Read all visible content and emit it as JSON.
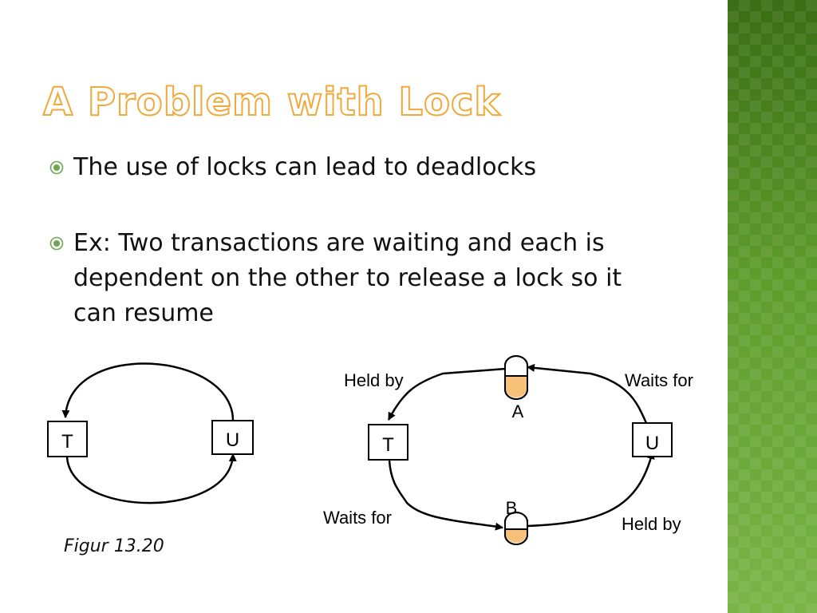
{
  "slide": {
    "title": "A Problem with Lock",
    "bullets": [
      "The use of locks can lead to deadlocks",
      "Ex: Two transactions are waiting and each is dependent on the other to release a lock so it can resume"
    ],
    "bullet_icon": "circled-dot-icon",
    "accent_color": "#f0a93c",
    "bullet_color": "#6aa84f",
    "sidebar_color": "#4f8f24"
  },
  "diagram_left": {
    "nodes": {
      "t": "T",
      "u": "U"
    },
    "caption": "Figur 13.20"
  },
  "diagram_right": {
    "nodes": {
      "t": "T",
      "u": "U"
    },
    "locks": {
      "a": "A",
      "b": "B"
    },
    "labels": {
      "held_by_top": "Held by",
      "waits_for_top": "Waits for",
      "waits_for_bottom": "Waits for",
      "held_by_bottom": "Held by"
    },
    "lock_fill_color": "#f6c27a"
  }
}
